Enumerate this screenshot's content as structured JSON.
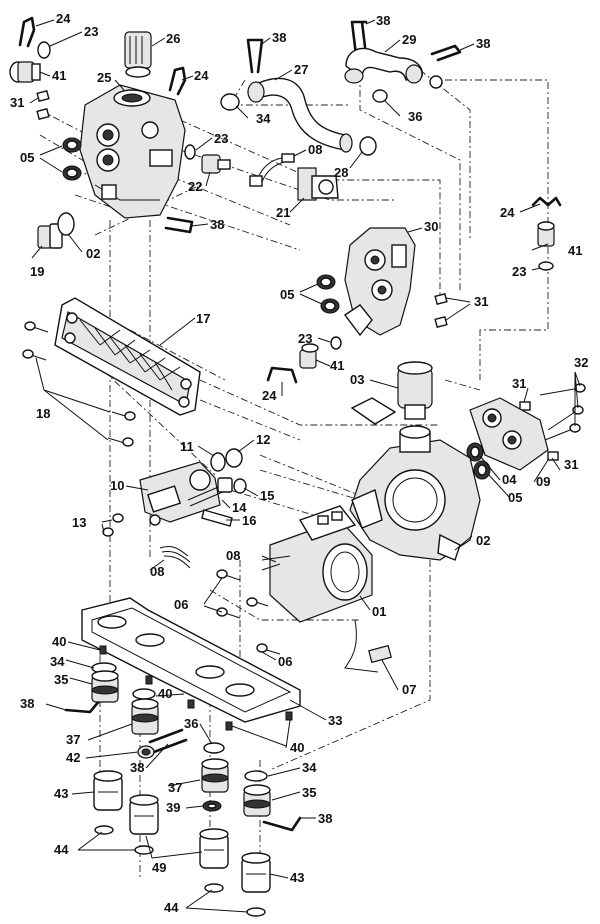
{
  "diagram": {
    "labels": [
      {
        "id": "l24a",
        "text": "24"
      },
      {
        "id": "l23a",
        "text": "23"
      },
      {
        "id": "l26",
        "text": "26"
      },
      {
        "id": "l38a",
        "text": "38"
      },
      {
        "id": "l38b",
        "text": "38"
      },
      {
        "id": "l29",
        "text": "29"
      },
      {
        "id": "l38c",
        "text": "38"
      },
      {
        "id": "l41a",
        "text": "41"
      },
      {
        "id": "l25",
        "text": "25"
      },
      {
        "id": "l24b",
        "text": "24"
      },
      {
        "id": "l27",
        "text": "27"
      },
      {
        "id": "l31a",
        "text": "31"
      },
      {
        "id": "l34a",
        "text": "34"
      },
      {
        "id": "l36a",
        "text": "36"
      },
      {
        "id": "l23b",
        "text": "23"
      },
      {
        "id": "l05a",
        "text": "05"
      },
      {
        "id": "l08a",
        "text": "08"
      },
      {
        "id": "l28",
        "text": "28"
      },
      {
        "id": "l22",
        "text": "22"
      },
      {
        "id": "l21",
        "text": "21"
      },
      {
        "id": "l38d",
        "text": "38"
      },
      {
        "id": "l30",
        "text": "30"
      },
      {
        "id": "l24c",
        "text": "24"
      },
      {
        "id": "l02a",
        "text": "02"
      },
      {
        "id": "l19",
        "text": "19"
      },
      {
        "id": "l41b",
        "text": "41"
      },
      {
        "id": "l23c",
        "text": "23"
      },
      {
        "id": "l05b",
        "text": "05"
      },
      {
        "id": "l31b",
        "text": "31"
      },
      {
        "id": "l17",
        "text": "17"
      },
      {
        "id": "l23d",
        "text": "23"
      },
      {
        "id": "l41c",
        "text": "41"
      },
      {
        "id": "l03",
        "text": "03"
      },
      {
        "id": "l32",
        "text": "32"
      },
      {
        "id": "l24d",
        "text": "24"
      },
      {
        "id": "l31c",
        "text": "31"
      },
      {
        "id": "l18",
        "text": "18"
      },
      {
        "id": "l11",
        "text": "11"
      },
      {
        "id": "l12",
        "text": "12"
      },
      {
        "id": "l31d",
        "text": "31"
      },
      {
        "id": "l04",
        "text": "04"
      },
      {
        "id": "l09",
        "text": "09"
      },
      {
        "id": "l10",
        "text": "10"
      },
      {
        "id": "l15",
        "text": "15"
      },
      {
        "id": "l05c",
        "text": "05"
      },
      {
        "id": "l14",
        "text": "14"
      },
      {
        "id": "l13",
        "text": "13"
      },
      {
        "id": "l16",
        "text": "16"
      },
      {
        "id": "l02b",
        "text": "02"
      },
      {
        "id": "l08b",
        "text": "08"
      },
      {
        "id": "l08c",
        "text": "08"
      },
      {
        "id": "l06a",
        "text": "06"
      },
      {
        "id": "l01",
        "text": "01"
      },
      {
        "id": "l06b",
        "text": "06"
      },
      {
        "id": "l07",
        "text": "07"
      },
      {
        "id": "l40a",
        "text": "40"
      },
      {
        "id": "l34b",
        "text": "34"
      },
      {
        "id": "l35a",
        "text": "35"
      },
      {
        "id": "l40b",
        "text": "40"
      },
      {
        "id": "l38e",
        "text": "38"
      },
      {
        "id": "l33",
        "text": "33"
      },
      {
        "id": "l36b",
        "text": "36"
      },
      {
        "id": "l37a",
        "text": "37"
      },
      {
        "id": "l40c",
        "text": "40"
      },
      {
        "id": "l42",
        "text": "42"
      },
      {
        "id": "l38f",
        "text": "38"
      },
      {
        "id": "l37b",
        "text": "37"
      },
      {
        "id": "l34c",
        "text": "34"
      },
      {
        "id": "l43a",
        "text": "43"
      },
      {
        "id": "l35b",
        "text": "35"
      },
      {
        "id": "l39",
        "text": "39"
      },
      {
        "id": "l38g",
        "text": "38"
      },
      {
        "id": "l44a",
        "text": "44"
      },
      {
        "id": "l49",
        "text": "49"
      },
      {
        "id": "l43b",
        "text": "43"
      },
      {
        "id": "l44b",
        "text": "44"
      }
    ]
  }
}
